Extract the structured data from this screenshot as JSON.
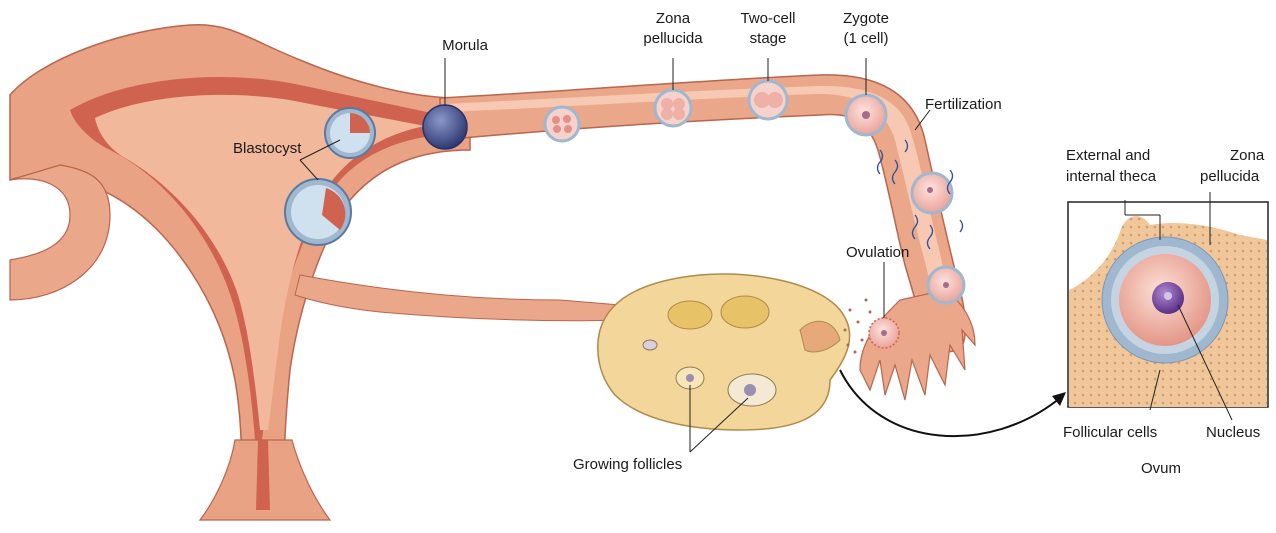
{
  "labels": {
    "morula": "Morula",
    "zona_pellucida_line1": "Zona",
    "zona_pellucida_line2": "pellucida",
    "two_cell_line1": "Two-cell",
    "two_cell_line2": "stage",
    "zygote_line1": "Zygote",
    "zygote_line2": "(1 cell)",
    "fertilization": "Fertilization",
    "blastocyst": "Blastocyst",
    "ovulation": "Ovulation",
    "growing_follicles": "Growing follicles",
    "inset_external_theca_line1": "External and",
    "inset_external_theca_line2": "internal theca",
    "inset_zona_line1": "Zona",
    "inset_zona_line2": "pellucida",
    "inset_follicular_cells": "Follicular cells",
    "inset_nucleus": "Nucleus",
    "inset_ovum": "Ovum"
  },
  "colors": {
    "uterus_wall": "#e9a283",
    "uterus_lining": "#d0634f",
    "uterus_cavity": "#f2b89c",
    "ovary": "#f3d79a",
    "follicle": "#e7c267",
    "cell_membrane": "#9fb7cf",
    "cell_cytoplasm": "#f5c4bb",
    "morula": "#3f4f8c",
    "nucleus": "#7b4fa3"
  }
}
